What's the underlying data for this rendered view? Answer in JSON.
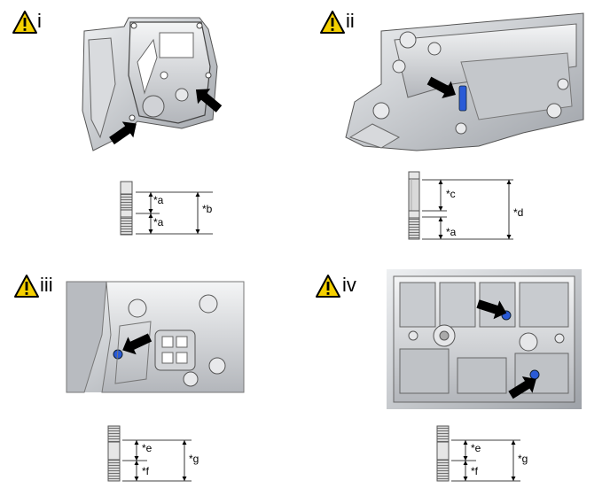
{
  "panels": [
    {
      "id": "i",
      "label": "i",
      "dims": {
        "top": "*a",
        "bottom": "*a",
        "total": "*b"
      }
    },
    {
      "id": "ii",
      "label": "ii",
      "dims": {
        "top": "*c",
        "bottom": "*a",
        "total": "*d"
      }
    },
    {
      "id": "iii",
      "label": "iii",
      "dims": {
        "top": "*e",
        "bottom": "*f",
        "total": "*g"
      }
    },
    {
      "id": "iv",
      "label": "iv",
      "dims": {
        "top": "*e",
        "bottom": "*f",
        "total": "*g"
      }
    }
  ],
  "colors": {
    "warning_fill": "#f5d000",
    "marker_blue": "#2a5bd7",
    "part_gray": "#c9cbcf"
  },
  "icons": [
    "warning-icon",
    "arrow-icon"
  ]
}
